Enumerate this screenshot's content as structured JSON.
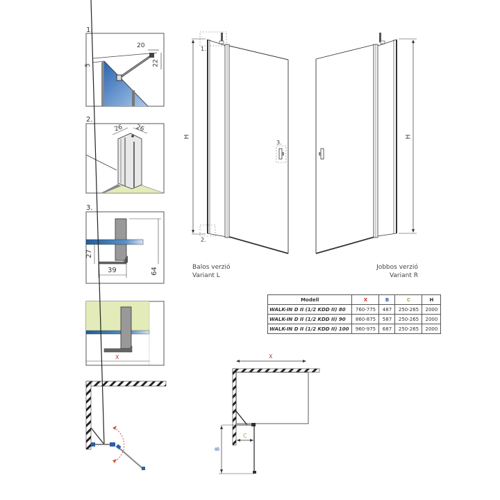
{
  "details": [
    {
      "label": "1.",
      "dims": {
        "top_width": "20",
        "left_offset": "5",
        "right_height": "22"
      }
    },
    {
      "label": "2.",
      "dims": {
        "left_width": "26",
        "right_width": "26"
      }
    },
    {
      "label": "3.",
      "dims": {
        "height_low": "27",
        "width": "39",
        "height_total": "64"
      }
    },
    {
      "label": "",
      "dims": {
        "width": "X"
      }
    }
  ],
  "doors": {
    "left": {
      "height_label": "H",
      "callouts": [
        "1.",
        "2.",
        "3."
      ],
      "caption_line1": "Balos verzió",
      "caption_line2": "Variant L"
    },
    "right": {
      "height_label": "H",
      "caption_line1": "Jobbos verzió",
      "caption_line2": "Variant R"
    }
  },
  "plan": {
    "x_label": "X",
    "b_label": "B",
    "c_label": "C"
  },
  "colors": {
    "x": "#c0392b",
    "b": "#2e5fa8",
    "c": "#8fb53a",
    "h": "#222222",
    "glass": "#3a78c2",
    "floor": "#e3ebb8"
  },
  "table": {
    "headers": [
      "Modell",
      "X",
      "B",
      "C",
      "H"
    ],
    "rows": [
      [
        "WALK-IN D II (1/2 KDD II) 80",
        "760-775",
        "487",
        "250-265",
        "2000"
      ],
      [
        "WALK-IN D II (1/2 KDD II) 90",
        "860-875",
        "587",
        "250-265",
        "2000"
      ],
      [
        "WALK-IN D II (1/2 KDD II) 100",
        "960-975",
        "687",
        "250-265",
        "2000"
      ]
    ]
  }
}
